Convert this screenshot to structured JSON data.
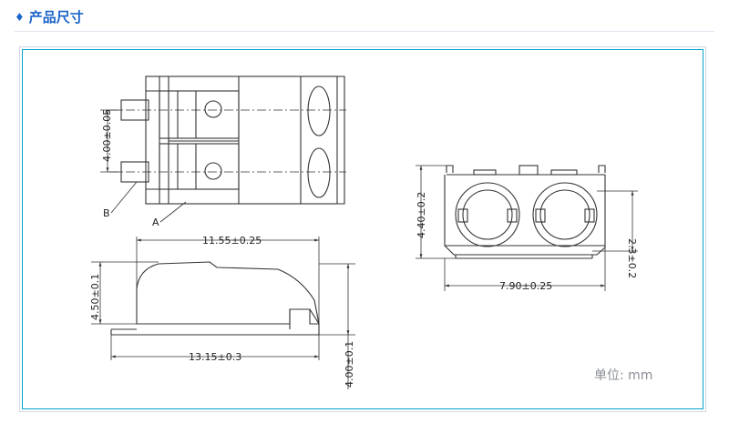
{
  "header": {
    "title": "产品尺寸",
    "bullet": "♦"
  },
  "labels": {
    "pitch": "4.00±0.05",
    "label_b": "B",
    "label_a": "A",
    "top_length": "11.55±0.25",
    "height": "4.50±0.1",
    "total_length": "13.15±0.3",
    "base_height": "4.00±0.1",
    "end_height": "4.40±0.2",
    "end_width": "7.90±0.25",
    "hole_height": "2.3±0.2"
  },
  "unit": "单位:  mm",
  "colors": {
    "title": "#1a63c9",
    "frame": "#00a3cc"
  }
}
